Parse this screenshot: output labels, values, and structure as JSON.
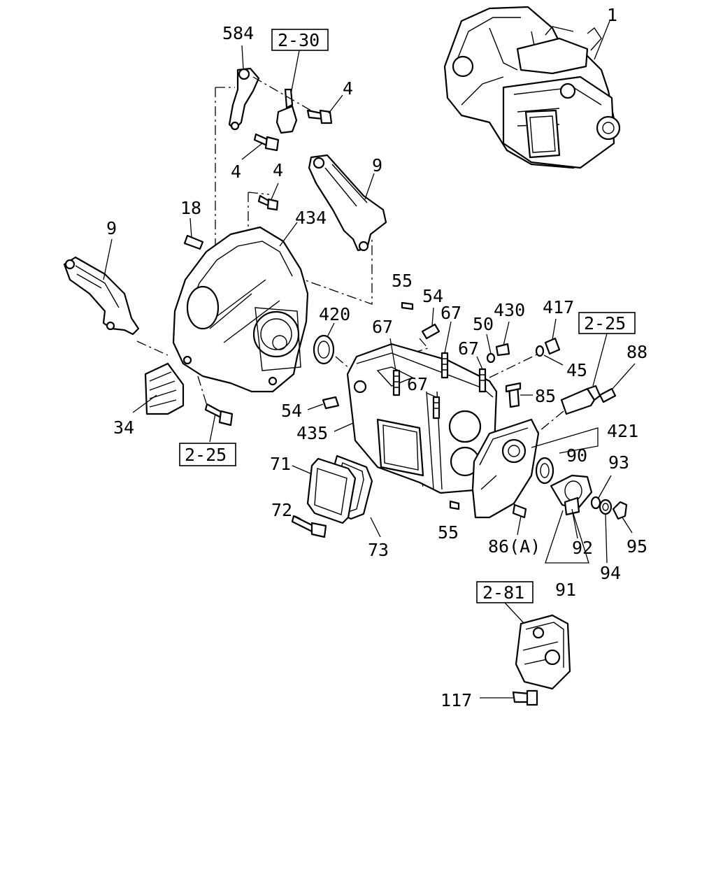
{
  "callouts": {
    "c584": "584",
    "c4a": "4",
    "c4b": "4",
    "c4c": "4",
    "c9a": "9",
    "c9b": "9",
    "c18": "18",
    "c434": "434",
    "c55a": "55",
    "c54a": "54",
    "c67a": "67",
    "c430": "430",
    "c50": "50",
    "c417": "417",
    "c420": "420",
    "c67b": "67",
    "c67c": "67",
    "c45": "45",
    "c88": "88",
    "c67d": "67",
    "c85": "85",
    "c54b": "54",
    "c34": "34",
    "c435": "435",
    "c421": "421",
    "c90": "90",
    "c93": "93",
    "c71": "71",
    "c72": "72",
    "c73": "73",
    "c55b": "55",
    "c86a": "86(A)",
    "c92": "92",
    "c95": "95",
    "c94": "94",
    "c91": "91",
    "c117": "117",
    "c1": "1"
  },
  "refs": {
    "r230": "2-30",
    "r225a": "2-25",
    "r225b": "2-25",
    "r281": "2-81"
  }
}
